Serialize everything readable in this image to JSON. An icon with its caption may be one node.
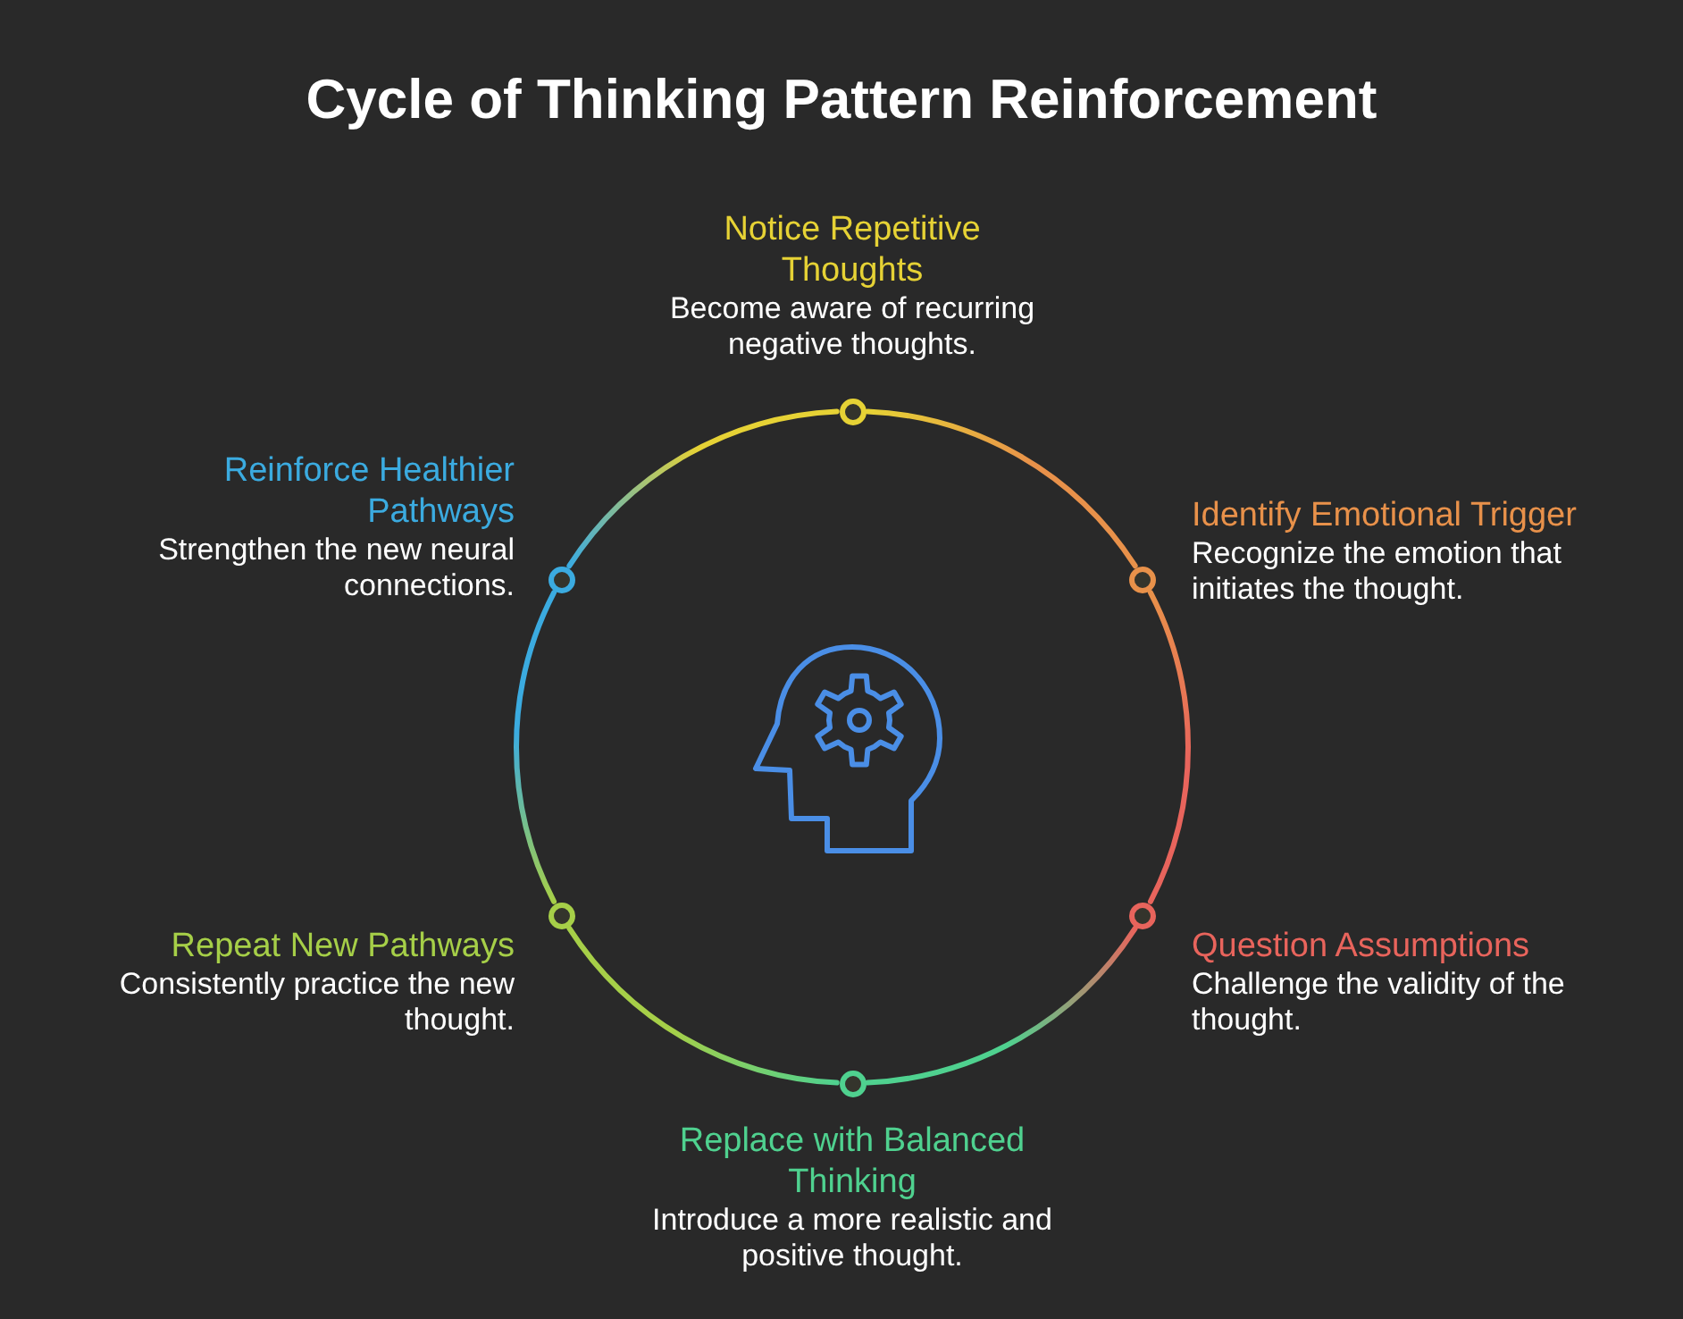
{
  "diagram": {
    "title": "Cycle of Thinking Pattern Reinforcement",
    "nodes": [
      {
        "text": [],
        "shape": "circle",
        "beside": [
          "Notice Repetitive Thoughts",
          "Become aware of recurring negative thoughts."
        ]
      },
      {
        "text": [],
        "shape": "circle",
        "beside": [
          "Identify Emotional Trigger",
          "Recognize the emotion that initiates the thought."
        ]
      },
      {
        "text": [],
        "shape": "circle",
        "beside": [
          "Question Assumptions",
          "Challenge the validity of the thought."
        ]
      },
      {
        "text": [],
        "shape": "circle",
        "beside": [
          "Replace with Balanced Thinking",
          "Introduce a more realistic and positive thought."
        ]
      },
      {
        "text": [],
        "shape": "circle",
        "beside": [
          "Repeat New Pathways",
          "Consistently practice the new thought."
        ]
      },
      {
        "text": [],
        "shape": "circle",
        "beside": [
          "Reinforce Healthier Pathways",
          "Strengthen the new neural connections."
        ]
      }
    ],
    "edges": [
      {
        "from": 0,
        "to": 1,
        "arrow": "none",
        "color": "#e8914a"
      },
      {
        "from": 1,
        "to": 2,
        "arrow": "none",
        "color": "#e8645c"
      },
      {
        "from": 2,
        "to": 3,
        "arrow": "none",
        "color": "#4fd18f"
      },
      {
        "from": 3,
        "to": 4,
        "arrow": "none",
        "color": "#a6cf48"
      },
      {
        "from": 4,
        "to": 5,
        "arrow": "none",
        "color": "#3babe0"
      },
      {
        "from": 5,
        "to": 0,
        "arrow": "none",
        "color": "#e6d235"
      }
    ]
  }
}
